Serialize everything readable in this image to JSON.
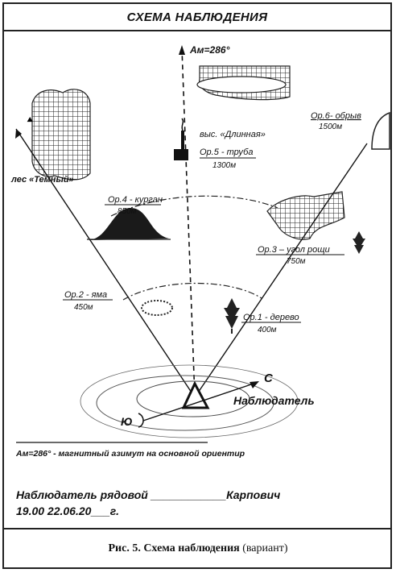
{
  "title": "СХЕМА НАБЛЮДЕНИЯ",
  "azimuth_top": "Ам=286°",
  "hill_label": "выс. «Длинная»",
  "forest_label": "лес «Темный»",
  "landmarks": [
    {
      "name": "Ор.1 - дерево",
      "distance": "400м"
    },
    {
      "name": "Ор.2 - яма",
      "distance": "450м"
    },
    {
      "name": "Ор.3 – угол рощи",
      "distance": "750м"
    },
    {
      "name": "Ор.4 - курган",
      "distance": "850м"
    },
    {
      "name": "Ор.5 - труба",
      "distance": "1300м"
    },
    {
      "name": "Ор.6- обрыв",
      "distance": "1500м"
    }
  ],
  "north": "С",
  "south": "Ю",
  "observer": "Наблюдатель",
  "footnote": "Ам=286° - магнитный азимут на основной ориентир",
  "observer_line": "Наблюдатель рядовой ____________Карпович",
  "date_line": "19.00 22.06.20___г.",
  "caption_bold": "Рис. 5. Схема наблюдения",
  "caption_rest": " (вариант)"
}
